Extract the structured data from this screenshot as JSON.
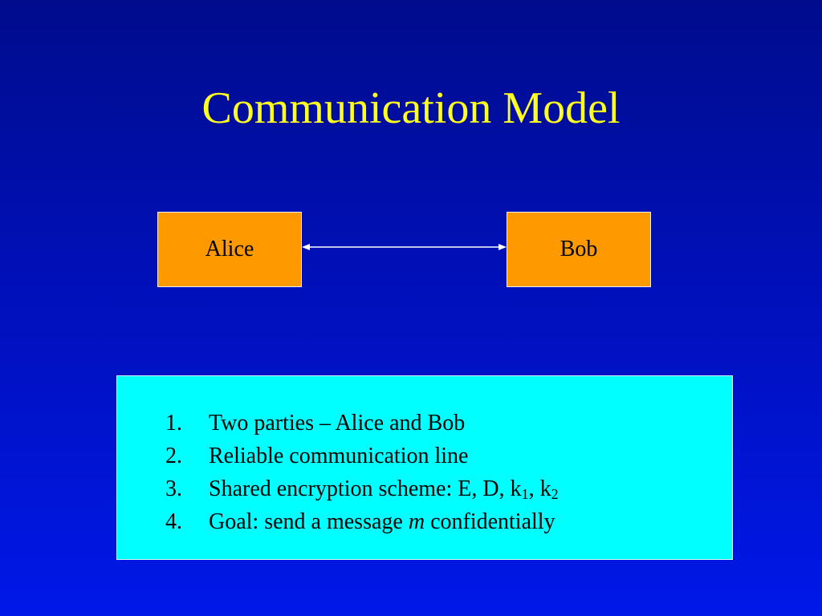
{
  "slide": {
    "title": "Communication Model"
  },
  "diagram": {
    "alice_label": "Alice",
    "bob_label": "Bob",
    "colors": {
      "party_fill": "#ff9900",
      "channel_line": "#ffffff"
    }
  },
  "info_box": {
    "background": "#00ffff",
    "items": [
      {
        "number": "1.",
        "text": "Two parties – Alice and Bob"
      },
      {
        "number": "2.",
        "text": "Reliable communication line"
      },
      {
        "number": "3.",
        "text_prefix": "Shared encryption scheme: E, D, k",
        "sub1": "1",
        "text_middle": ", k",
        "sub2": "2"
      },
      {
        "number": "4.",
        "text_prefix": "Goal: send a message ",
        "italic": "m",
        "text_suffix": " confidentially"
      }
    ]
  },
  "colors": {
    "background_top": "#000c8c",
    "background_bottom": "#0018e8",
    "title": "#ffff1e"
  }
}
